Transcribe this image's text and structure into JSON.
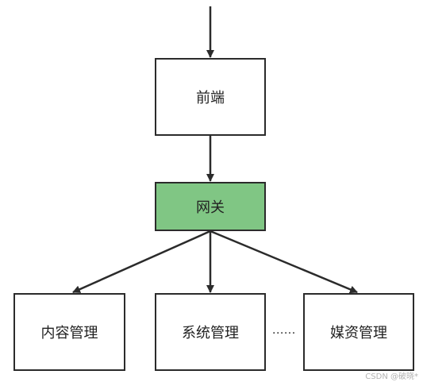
{
  "diagram": {
    "nodes": {
      "frontend": {
        "label": "前端"
      },
      "gateway": {
        "label": "网关",
        "fill": "#80c684"
      },
      "content": {
        "label": "内容管理"
      },
      "system": {
        "label": "系统管理"
      },
      "media": {
        "label": "媒资管理"
      }
    },
    "ellipsis": "......",
    "edges": [
      {
        "from": "top",
        "to": "frontend"
      },
      {
        "from": "frontend",
        "to": "gateway"
      },
      {
        "from": "gateway",
        "to": "content"
      },
      {
        "from": "gateway",
        "to": "system"
      },
      {
        "from": "gateway",
        "to": "media"
      }
    ]
  },
  "watermark": "CSDN @破晓*"
}
